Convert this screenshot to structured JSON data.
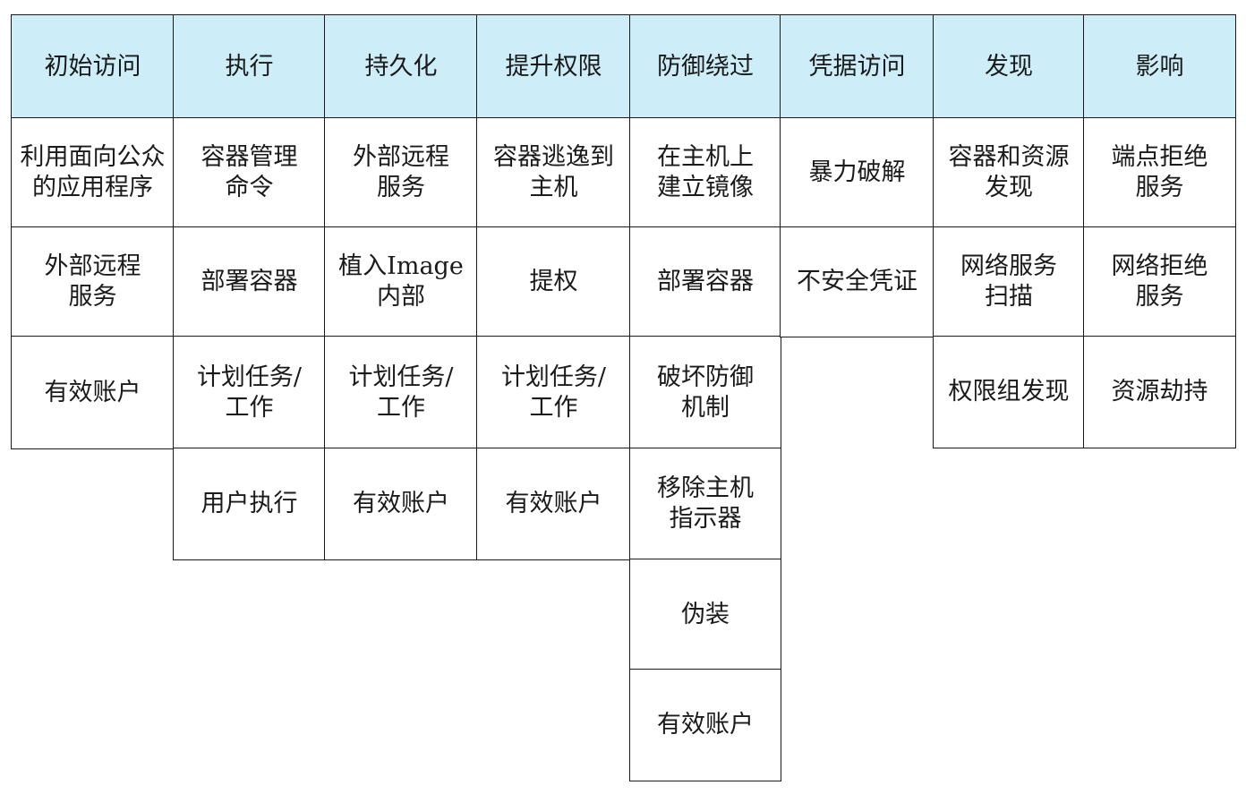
{
  "matrix": {
    "columns": [
      {
        "header": "初始访问",
        "items": [
          "利用面向公众\n的应用程序",
          "外部远程\n服务",
          "有效账户"
        ]
      },
      {
        "header": "执行",
        "items": [
          "容器管理\n命令",
          "部署容器",
          "计划任务/\n工作",
          "用户执行"
        ]
      },
      {
        "header": "持久化",
        "items": [
          "外部远程\n服务",
          "植入Image\n内部",
          "计划任务/\n工作",
          "有效账户"
        ]
      },
      {
        "header": "提升权限",
        "items": [
          "容器逃逸到\n主机",
          "提权",
          "计划任务/\n工作",
          "有效账户"
        ]
      },
      {
        "header": "防御绕过",
        "items": [
          "在主机上\n建立镜像",
          "部署容器",
          "破坏防御\n机制",
          "移除主机\n指示器",
          "伪装",
          "有效账户"
        ]
      },
      {
        "header": "凭据访问",
        "items": [
          "暴力破解",
          "不安全凭证"
        ]
      },
      {
        "header": "发现",
        "items": [
          "容器和资源\n发现",
          "网络服务\n扫描",
          "权限组发现"
        ]
      },
      {
        "header": "影响",
        "items": [
          "端点拒绝\n服务",
          "网络拒绝\n服务",
          "资源劫持"
        ]
      }
    ]
  }
}
